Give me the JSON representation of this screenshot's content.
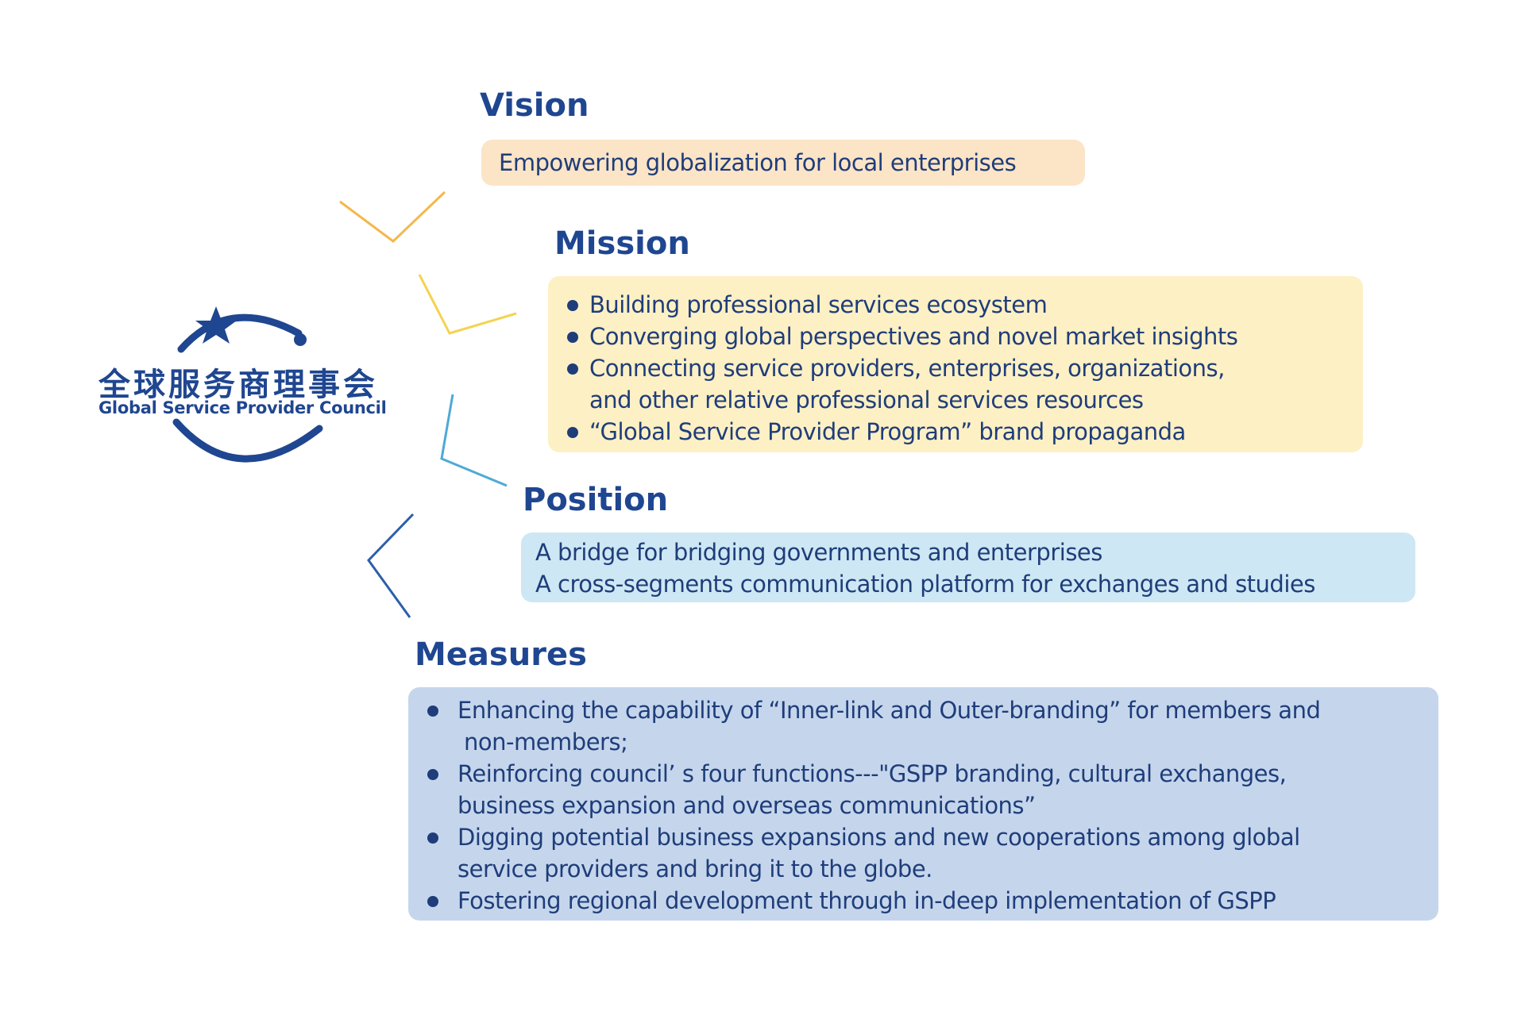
{
  "logo": {
    "cn_name": "全球服务商理事会",
    "en_name": "Global Service Provider Council",
    "icon": "star-orbit-logo"
  },
  "colors": {
    "title": "#1f4690",
    "text": "#1f3d7a",
    "vision_bg": "#fce4c6",
    "mission_bg": "#fdf0c4",
    "position_bg": "#cde7f4",
    "measures_bg": "#c5d6ec",
    "connector_vision": "#f3b84c",
    "connector_mission": "#f3d34f",
    "connector_position": "#4ea9d6",
    "connector_measures": "#2c5fa8"
  },
  "vision": {
    "title": "Vision",
    "text": "Empowering globalization for local enterprises"
  },
  "mission": {
    "title": "Mission",
    "items": [
      "Building professional services ecosystem",
      "Converging global perspectives and novel market insights",
      "Connecting service providers, enterprises, organizations,",
      "and other relative professional services resources",
      "“Global Service Provider Program” brand propaganda"
    ]
  },
  "position": {
    "title": "Position",
    "lines": [
      "A bridge for bridging governments and enterprises",
      "A cross-segments communication platform for exchanges and studies"
    ]
  },
  "measures": {
    "title": "Measures",
    "items": [
      "Enhancing the capability of “Inner-link and Outer-branding” for members and",
      "non-members;",
      "Reinforcing council’ s four functions---\"GSPP branding, cultural exchanges,",
      "business expansion and overseas communications”",
      "Digging potential business expansions and new cooperations among global",
      "service providers and bring it to the globe.",
      "Fostering regional development through in-deep implementation of GSPP"
    ]
  }
}
